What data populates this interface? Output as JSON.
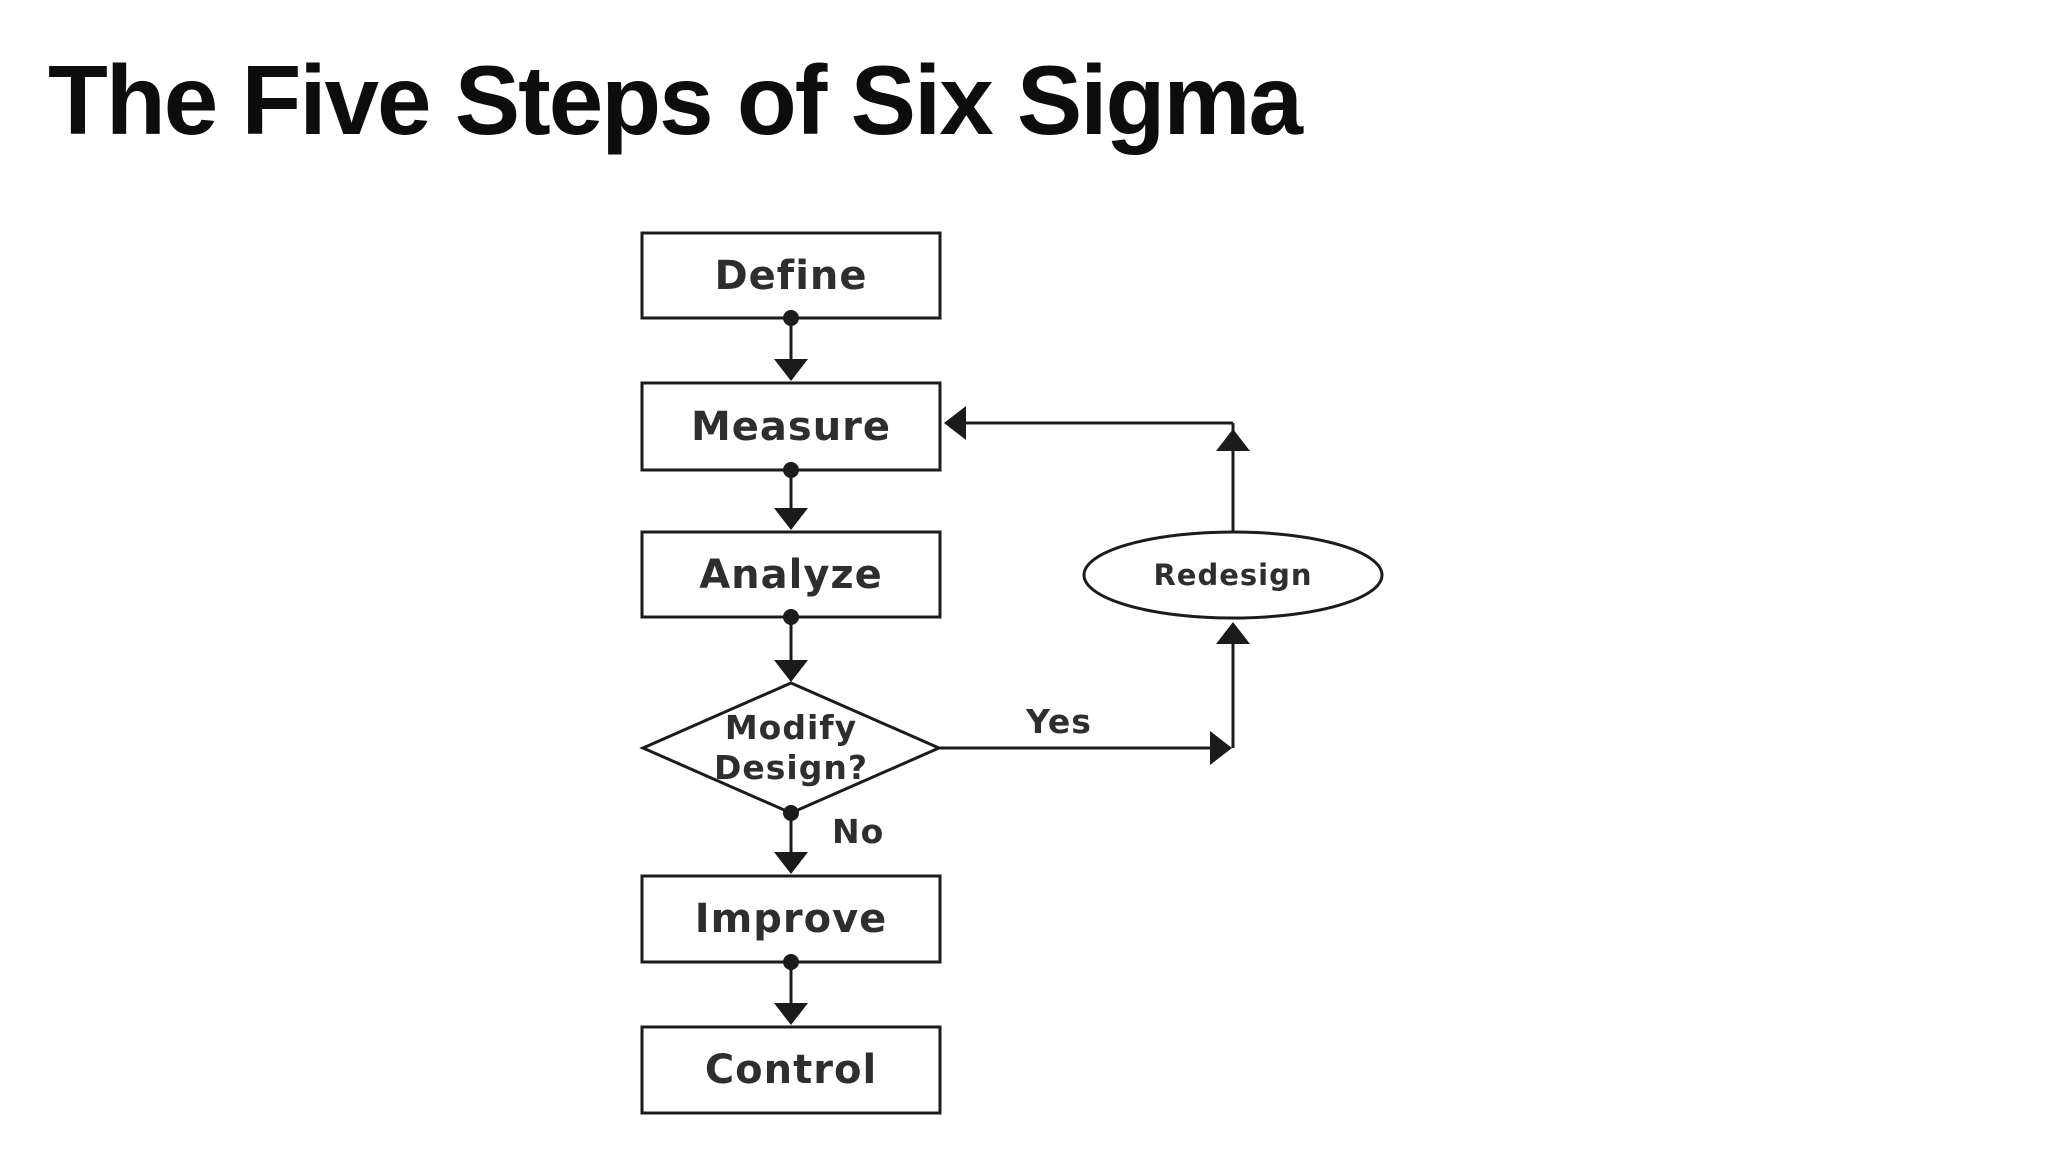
{
  "page": {
    "title": "The Five Steps of Six Sigma",
    "background_color": "#ffffff"
  },
  "flowchart": {
    "type": "flowchart",
    "direction": "top-down",
    "nodes": {
      "define": {
        "label": "Define",
        "shape": "rectangle"
      },
      "measure": {
        "label": "Measure",
        "shape": "rectangle"
      },
      "analyze": {
        "label": "Analyze",
        "shape": "rectangle"
      },
      "decision": {
        "label": "Modify Design?",
        "shape": "diamond"
      },
      "improve": {
        "label": "Improve",
        "shape": "rectangle"
      },
      "control": {
        "label": "Control",
        "shape": "rectangle"
      },
      "redesign": {
        "label": "Redesign",
        "shape": "ellipse"
      }
    },
    "edges": [
      {
        "from": "define",
        "to": "measure",
        "label": ""
      },
      {
        "from": "measure",
        "to": "analyze",
        "label": ""
      },
      {
        "from": "analyze",
        "to": "decision",
        "label": ""
      },
      {
        "from": "decision",
        "to": "redesign",
        "label": "Yes"
      },
      {
        "from": "redesign",
        "to": "measure",
        "label": ""
      },
      {
        "from": "decision",
        "to": "improve",
        "label": "No"
      },
      {
        "from": "improve",
        "to": "control",
        "label": ""
      }
    ],
    "colors": {
      "line": "#1b1b1b",
      "node_fill": "#ffffff",
      "node_border": "#1b1b1b",
      "label_text": "#2e2e2e",
      "title_text": "#0d0d0d"
    }
  }
}
